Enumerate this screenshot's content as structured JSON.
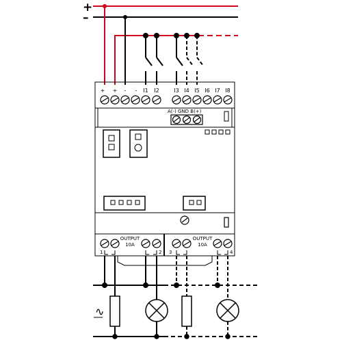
{
  "supply": {
    "plus_label": "+",
    "minus_label": "–",
    "red": "#d0021b",
    "black": "#000000"
  },
  "terminals_top": {
    "labels": [
      "+",
      "+",
      "-",
      "-",
      "I1",
      "I2",
      "I3",
      "I4",
      "I5",
      "I6",
      "I7",
      "I8"
    ]
  },
  "bus": {
    "label": "A(-) GND B(+)"
  },
  "output_left": {
    "title": "OUTPUT",
    "rating": "10A",
    "left_num": "1",
    "right_num": "2"
  },
  "output_right": {
    "title": "OUTPUT",
    "rating": "10A",
    "left_num": "3",
    "right_num": "4"
  },
  "load_symbols": {
    "ac_source": "∿"
  }
}
